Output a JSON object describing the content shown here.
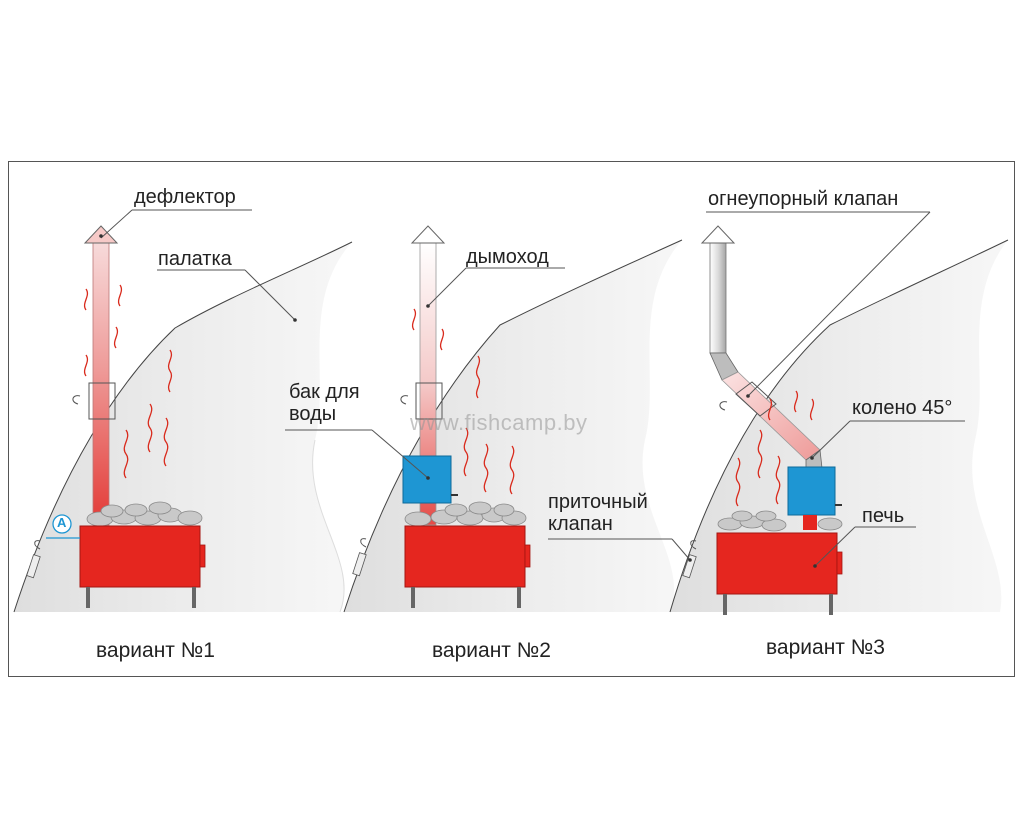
{
  "labels": {
    "deflector": "дефлектор",
    "tent": "палатка",
    "chimney": "дымоход",
    "water_tank": [
      "бак для",
      "воды"
    ],
    "intake_valve": [
      "приточный",
      "клапан"
    ],
    "fire_valve": "огнеупорный клапан",
    "elbow": "колено 45°",
    "stove": "печь",
    "distance_marker": "А"
  },
  "captions": [
    "вариант №1",
    "вариант №2",
    "вариант №3"
  ],
  "watermark": "www.fishcamp.by",
  "colors": {
    "stove": "#e5261f",
    "tank": "#1e96d3",
    "tent": "#e6e6e6",
    "pipe_hot": "#e33a36",
    "pipe_light": "#f4d0cf",
    "heat": "#d92a1c",
    "stones": "#c9c9c9",
    "marker": "#1e96d3"
  }
}
